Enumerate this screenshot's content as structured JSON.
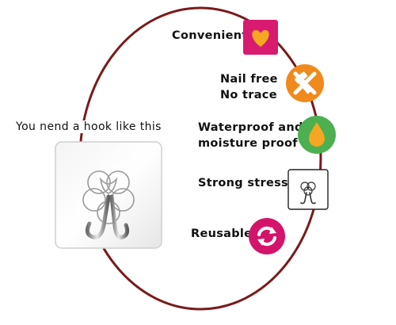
{
  "caption": "You nend a hook like this",
  "features": [
    {
      "label": "Convenient",
      "icon": "heart-icon",
      "color": "#d81b70"
    },
    {
      "label_lines": [
        "Nail free",
        "No trace"
      ],
      "icon": "no-hammer-icon",
      "color": "#f08a1c"
    },
    {
      "label_lines": [
        "Waterproof and",
        "moisture proof"
      ],
      "icon": "water-drop-icon",
      "color": "#4caf50"
    },
    {
      "label": "Strong stress",
      "icon": "hook-stress-icon",
      "color": "#ffffff"
    },
    {
      "label": "Reusable",
      "icon": "recycle-icon",
      "color": "#d4146b"
    }
  ],
  "colors": {
    "ring": "#7a1a1a",
    "text": "#111111"
  },
  "product_icon": "flower-hook-icon"
}
